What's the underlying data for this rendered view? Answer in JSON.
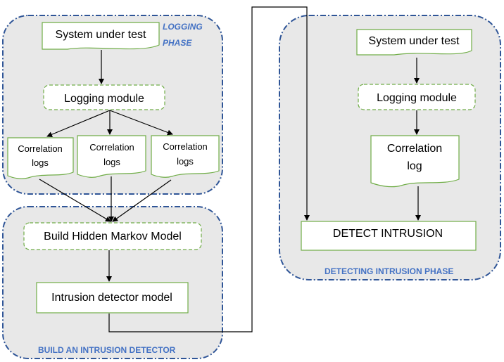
{
  "phases": {
    "logging": [
      "LOGGING",
      "PHASE"
    ],
    "build": "BUILD AN INTRUSION DETECTOR",
    "detect": "DETECTING INTRUSION PHASE"
  },
  "logging_phase": {
    "system_under_test": "System under test",
    "logging_module": "Logging module",
    "correlation_logs": [
      [
        "Correlation",
        "logs"
      ],
      [
        "Correlation",
        "logs"
      ],
      [
        "Correlation",
        "logs"
      ]
    ]
  },
  "build_phase": {
    "build_hmm": "Build Hidden Markov Model",
    "detector_model": "Intrusion detector model"
  },
  "detect_phase": {
    "system_under_test": "System under test",
    "logging_module": "Logging module",
    "correlation_log": [
      "Correlation",
      "log"
    ],
    "detect_intrusion": "DETECT INTRUSION"
  },
  "colors": {
    "phase_border": "#2f5597",
    "phase_fill": "#e8e8e8",
    "box_border": "#70ad47",
    "phase_text": "#4472c4"
  }
}
